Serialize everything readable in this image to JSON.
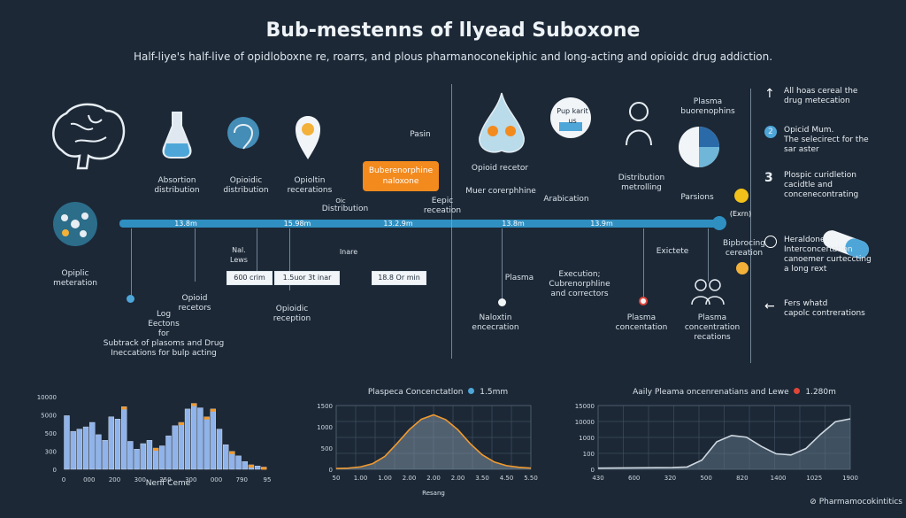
{
  "header": {
    "title": "Bub-mestenns of llyead Suboxone",
    "subtitle": "Half-liye's half-live of opidloboxne re, roarrs, and plous pharmanoconekiphic and long-acting and opioidc drug addiction."
  },
  "top_labels": {
    "absorption": "Absortion\ndistribution",
    "opioidic_distribution": "Opioidic\ndistribution",
    "opioitin": "Opioltin\nrecerations",
    "pasin": "Pasin",
    "callout": "Buberenorphine\nnaloxone",
    "opioid_receptor": "Opioid recetor",
    "muer": "Muer corerphhine",
    "pup": "Pup karit\nus",
    "plasma_top": "Plasma\nbuorenophins",
    "distribution_metab": "Distribution\nmetrolling",
    "arabication": "Arabication",
    "parsions": "Parsions",
    "eepic": "Eepic\nreceation",
    "distribution_mid": "Distribution",
    "oic": "Oic"
  },
  "timeline": {
    "ticks": [
      "13.8m",
      "15.98m",
      "13.2.9m",
      "13.8m",
      "13.9m"
    ],
    "end_label": "(Exrn)"
  },
  "right_panel": [
    {
      "icon": "up-arrow-icon",
      "text": "All hoas cereal the\ndrug metecation"
    },
    {
      "icon": "number-2-icon",
      "text": "Opicid Mum.\nThe selecirect for the\nsar aster"
    },
    {
      "icon": "number-3-icon",
      "text": "Plospic curidletion\ncacidtle and\nconcenecontrating"
    },
    {
      "icon": "clock-icon",
      "text": "Heraldone\nInterconcertation\ncanoemer curteccting\na long rext"
    },
    {
      "icon": "left-arrow-icon",
      "text": "Fers whatd\ncapolc contrerations"
    }
  ],
  "bottom_labels": {
    "opiplic": "Opiplic\nmeteration",
    "nal_lews": "Nal.\nLews",
    "box1": "600 crim",
    "box2": "1.5uor 3t inar",
    "box3": "18.8 Or min",
    "inare": "Inare",
    "opioid_recetors": "Opioid\nrecetors",
    "opioidic_reception": "Opioidic\nreception",
    "log_section": "Log\nEectons\nfor\nSubtrack of plasoms and Drug\nIneccations for bulp acting",
    "plasma_mid": "Plasma",
    "naloxin": "Naloxtin\nencecration",
    "execution": "Execution;\nCubrenorphline\nand correctors",
    "plasma_conc": "Plasma\nconcentation",
    "plasma_conc2": "Plasma\nconcentration\nrecations",
    "exictete": "Exictete",
    "bipbrocing": "Bipbrocing\ncereation"
  },
  "charts": {
    "bar_xlabel": "Nerif Ceme",
    "line1_title": "Plaspeca Concenctatlon",
    "line1_legend": "1.5mm",
    "line1_xlabel": "Resang",
    "line2_title": "Aaily Pleama oncenrenatians and Lewe",
    "line2_legend": "1.280m",
    "footer": "Pharmamocokintitics"
  },
  "chart_data": [
    {
      "type": "bar",
      "ylim": [
        0,
        10000
      ],
      "y_ticks": [
        "10000",
        "5000",
        "500",
        "300",
        "0"
      ],
      "x_ticks": [
        "0",
        "000",
        "200",
        "300",
        "250",
        "300",
        "000",
        "790",
        "95"
      ],
      "values": [
        4800,
        3400,
        3600,
        3800,
        4200,
        3100,
        2600,
        4700,
        4500,
        5600,
        2500,
        1800,
        2300,
        2600,
        1900,
        2100,
        3000,
        3900,
        4200,
        5400,
        5900,
        5500,
        4700,
        5400,
        3600,
        2200,
        1600,
        1200,
        700,
        400,
        300,
        200
      ],
      "highlight": [
        0,
        0,
        0,
        0,
        0,
        0,
        0,
        0,
        0,
        1,
        0,
        0,
        0,
        0,
        1,
        0,
        0,
        0,
        1,
        0,
        1,
        0,
        1,
        1,
        0,
        0,
        1,
        0,
        0,
        1,
        0,
        1
      ],
      "colors": {
        "bar": "#8fb3ea",
        "highlight": "#f29a2e"
      }
    },
    {
      "type": "line",
      "ylim": [
        0,
        1500
      ],
      "y_ticks": [
        "1500",
        "1000",
        "500",
        "0"
      ],
      "x_ticks": [
        "50",
        "1.00",
        "1.00",
        "2.00",
        "2.00",
        "2.00",
        "3.50",
        "4.50",
        "5.50"
      ],
      "series": [
        {
          "values": [
            20,
            30,
            60,
            140,
            320,
            640,
            980,
            1240,
            1350,
            1230,
            980,
            640,
            360,
            180,
            90,
            50,
            30
          ]
        }
      ],
      "color": "#f29a2e"
    },
    {
      "type": "line",
      "ylim": [
        0,
        15000
      ],
      "y_ticks": [
        "15000",
        "10000",
        "1000",
        "100",
        "0"
      ],
      "x_ticks": [
        "430",
        "600",
        "320",
        "500",
        "820",
        "1400",
        "1025",
        "1900"
      ],
      "series": [
        {
          "values": [
            200,
            220,
            240,
            260,
            280,
            300,
            400,
            1600,
            4800,
            5900,
            5600,
            4000,
            2700,
            2500,
            3600,
            6100,
            8300,
            8800
          ]
        }
      ],
      "color": "#cfd8e0"
    }
  ],
  "colors": {
    "accent": "#f38a1e",
    "timeline": "#2f8fc1",
    "background": "#1c2836"
  }
}
